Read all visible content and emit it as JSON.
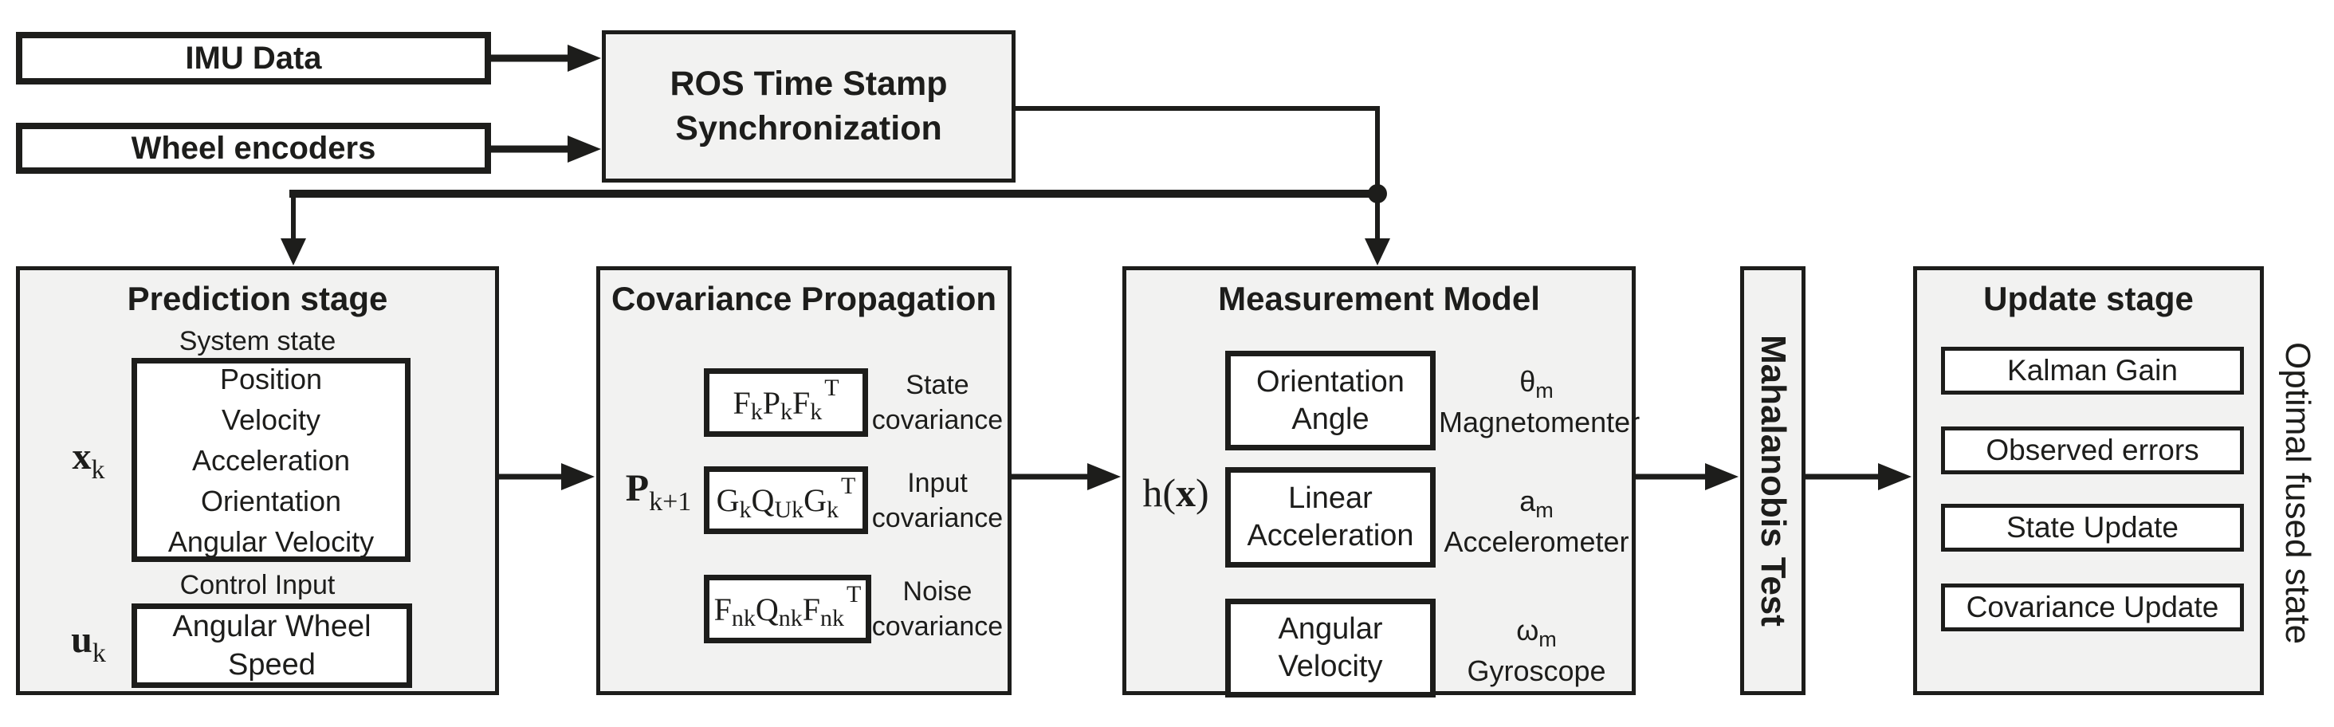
{
  "colors": {
    "line": "#1d1d1b",
    "panel_fill": "#f2f2f1",
    "box_fill": "#ffffff"
  },
  "sources": {
    "imu_label": "IMU Data",
    "wheel_label": "Wheel encoders"
  },
  "sync": {
    "line1": "ROS Time Stamp",
    "line2": "Synchronization"
  },
  "prediction": {
    "title": "Prediction stage",
    "state_heading": "System state",
    "state_symbol": "x",
    "state_symbol_sub": "k",
    "state_items": [
      "Position",
      "Velocity",
      "Acceleration",
      "Orientation",
      "Angular Velocity"
    ],
    "control_heading": "Control Input",
    "control_symbol": "u",
    "control_symbol_sub": "k",
    "control_item": "Angular Wheel Speed"
  },
  "covariance": {
    "title": "Covariance Propagation",
    "result_symbol": "P",
    "result_symbol_sub": "k+1",
    "rows": [
      {
        "f1": "F",
        "s1": "k",
        "f2": "P",
        "s2": "k",
        "f3": "F",
        "s3": "k",
        "sup": "T",
        "label1": "State",
        "label2": "covariance"
      },
      {
        "f1": "G",
        "s1": "k",
        "f2": "Q",
        "s2": "Uk",
        "f3": "G",
        "s3": "k",
        "sup": "T",
        "label1": "Input",
        "label2": "covariance"
      },
      {
        "f1": "F",
        "s1": "nk",
        "f2": "Q",
        "s2": "nk",
        "f3": "F",
        "s3": "nk",
        "sup": "T",
        "label1": "Noise",
        "label2": "covariance"
      }
    ]
  },
  "measurement": {
    "title": "Measurement Model",
    "fn_open": "h(",
    "fn_arg": "x",
    "fn_close": ")",
    "rows": [
      {
        "box": "Orientation Angle",
        "sym": "θ",
        "sym_sub": "m",
        "sensor": "Magnetomenter"
      },
      {
        "box": "Linear Acceleration",
        "sym": "a",
        "sym_sub": "m",
        "sensor": "Accelerometer"
      },
      {
        "box": "Angular Velocity",
        "sym": "ω",
        "sym_sub": "m",
        "sensor": "Gyroscope"
      }
    ]
  },
  "mahalanobis": {
    "label": "Mahalanobis Test"
  },
  "update": {
    "title": "Update stage",
    "items": [
      "Kalman Gain",
      "Observed errors",
      "State Update",
      "Covariance Update"
    ]
  },
  "output_label": "Optimal fused state"
}
